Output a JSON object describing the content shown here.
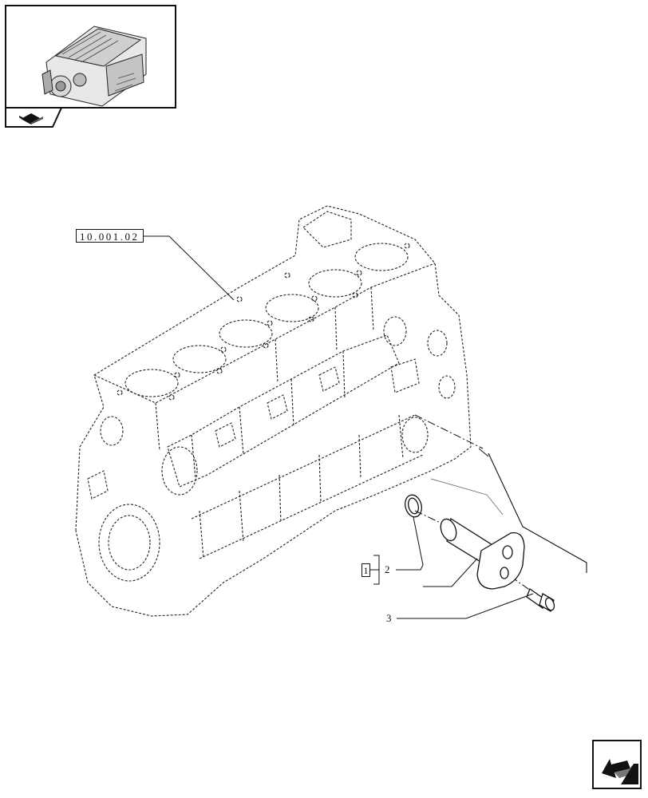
{
  "diagram": {
    "reference_label": "10.001.02",
    "kit_label": "1",
    "callouts": [
      {
        "id": "2",
        "label": "2"
      },
      {
        "id": "3",
        "label": "3"
      }
    ]
  },
  "icons": {
    "thumbnail": "engine-thumbnail-icon",
    "section_tab": "book-icon",
    "navigation": "next-page-arrow-icon"
  }
}
